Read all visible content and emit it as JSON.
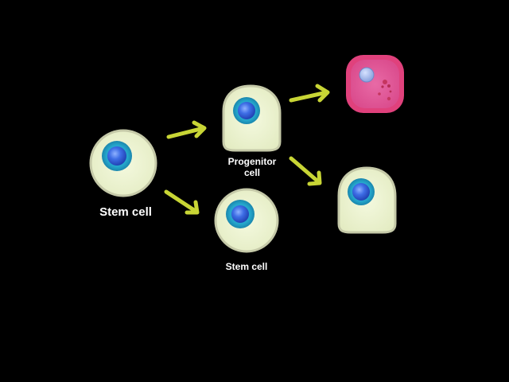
{
  "labels": {
    "stem_cell_main": "Stem cell",
    "progenitor_line1": "Progenitor",
    "progenitor_line2": "cell",
    "stem_cell_bottom": "Stem cell"
  },
  "colors": {
    "background": "#000000",
    "cytoplasm": "#eef5d3",
    "membrane": "#c9cdb0",
    "nucleus_ring": "#1f9ec4",
    "nucleus_core": "#2a5bd7",
    "arrow": "#c8d535",
    "red_cell_outer": "#e0417c",
    "red_cell_inner": "#e85aa0",
    "label_text": "#ffffff"
  },
  "icons": {
    "arrow": "arrow-right-icon",
    "nucleus": "nucleus-icon"
  }
}
